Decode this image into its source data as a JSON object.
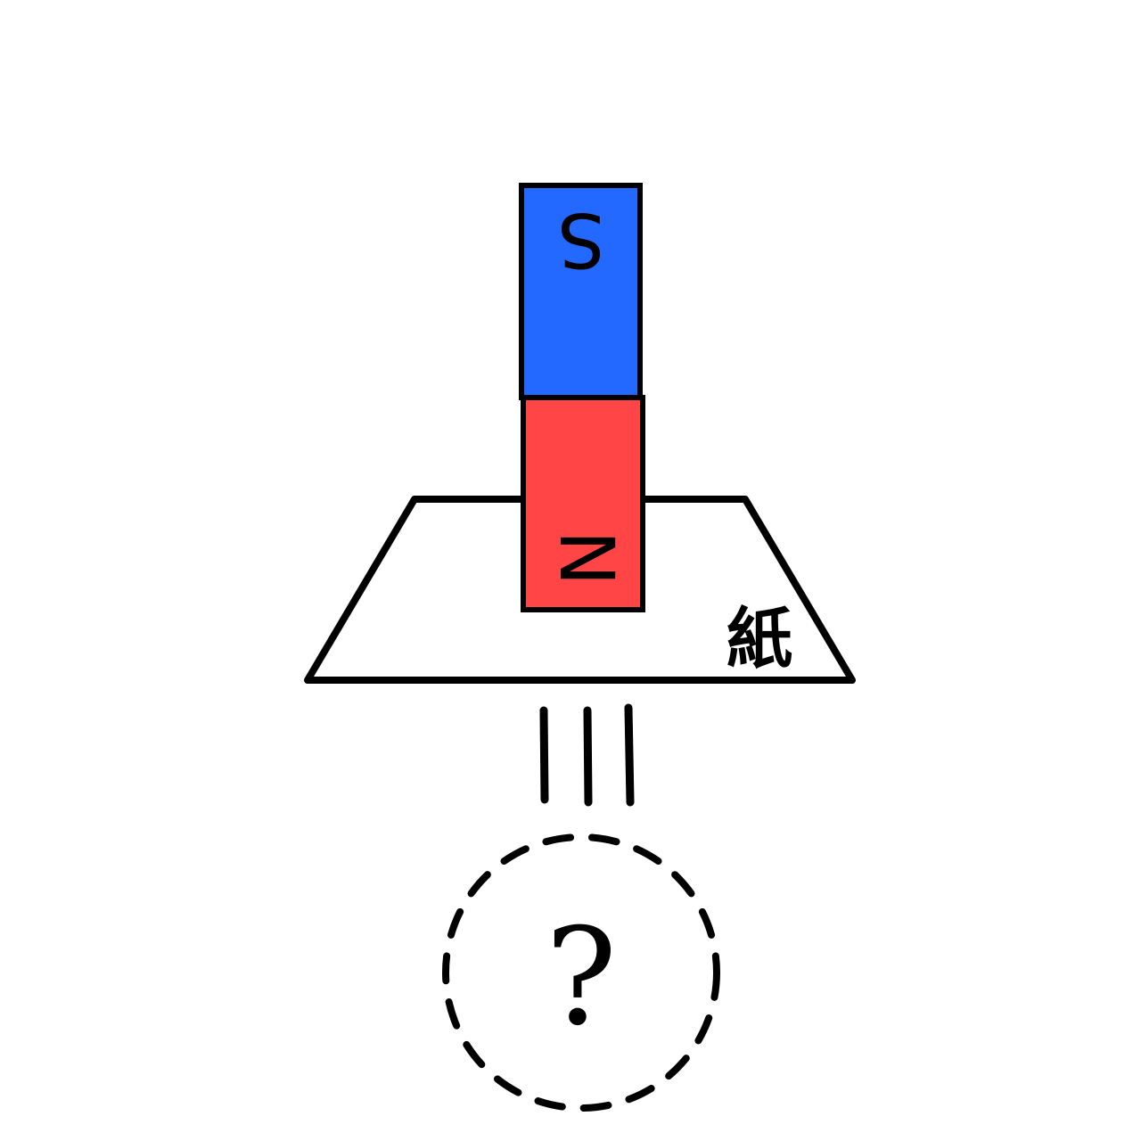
{
  "magnet": {
    "south_label": "S",
    "north_label": "N",
    "south_color": "#2369FF",
    "north_color": "#FF4545"
  },
  "paper": {
    "label": "紙"
  },
  "arrow": {
    "icon": "equals-triple-lines-icon"
  },
  "unknown": {
    "label": "?",
    "icon": "dashed-circle-icon"
  },
  "colors": {
    "outline": "#000000",
    "background": "#FFFFFF"
  }
}
